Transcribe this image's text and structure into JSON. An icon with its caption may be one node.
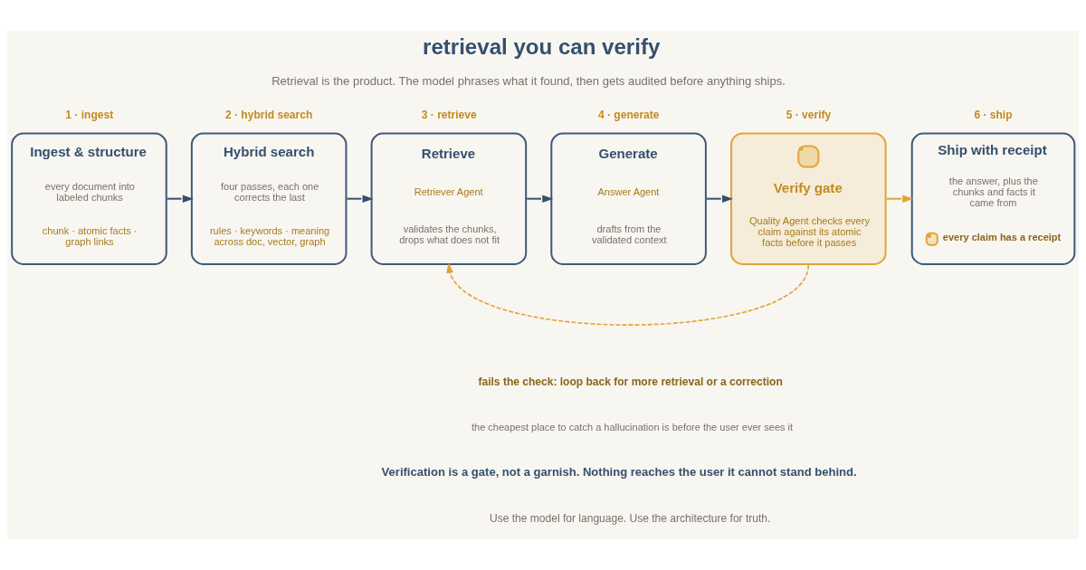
{
  "diagram": {
    "title": "retrieval you can verify",
    "nodes": [
      {
        "text": [
          "Ingest & structure",
          "every document into labeled chunks",
          "chunk · atomic facts · graph links"
        ],
        "beside": [
          "1 · ingest"
        ]
      },
      {
        "text": [
          "Hybrid search",
          "four passes, each one corrects the last",
          "rules · keywords · meaning across doc, vector, graph"
        ],
        "beside": [
          "2 · hybrid search"
        ]
      },
      {
        "text": [
          "Retrieve",
          "Retriever Agent",
          "validates the chunks, drops what does not fit"
        ],
        "beside": [
          "3 · retrieve"
        ]
      },
      {
        "text": [
          "Generate",
          "Answer Agent",
          "drafts from the validated context"
        ],
        "beside": [
          "4 · generate"
        ]
      },
      {
        "text": [
          "Verify gate",
          "Quality Agent checks every claim against its atomic facts before it passes"
        ],
        "beside": [
          "5 · verify"
        ]
      },
      {
        "text": [
          "Ship with receipt",
          "the answer, plus the chunks and facts it came from",
          "every claim has a receipt"
        ],
        "beside": [
          "6 · ship"
        ]
      }
    ],
    "edges": [
      {
        "from": 0,
        "to": 1,
        "arrow": "to"
      },
      {
        "from": 1,
        "to": 2,
        "arrow": "to"
      },
      {
        "from": 2,
        "to": 3,
        "arrow": "to"
      },
      {
        "from": 3,
        "to": 4,
        "arrow": "to"
      },
      {
        "from": 4,
        "to": 5,
        "arrow": "to",
        "color": "#e3a33a"
      },
      {
        "from": 4,
        "to": 2,
        "arrow": "to",
        "style": "dashed",
        "color": "#e3a33a"
      }
    ],
    "labels": [
      "Retrieval is the product. The model phrases what it found, then gets audited before anything ships.",
      "fails the check: loop back for more retrieval or a correction",
      "the cheapest place to catch a hallucination is before the user ever sees it",
      "Verification is a gate, not a garnish. Nothing reaches the user it cannot stand behind.",
      "Use the model for language. Use the architecture for truth."
    ]
  }
}
